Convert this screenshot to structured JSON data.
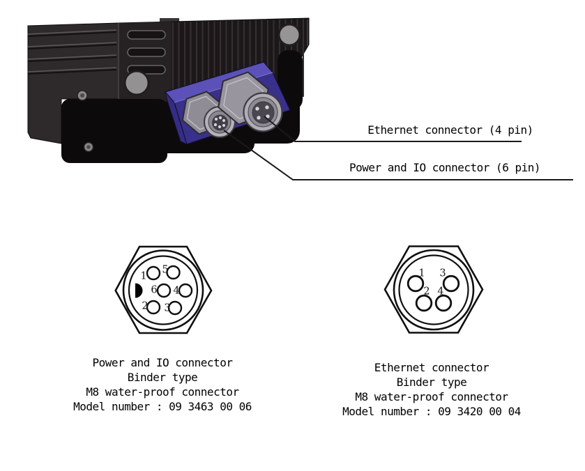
{
  "figure": {
    "callouts": [
      {
        "label": "Ethernet connector (4 pin)"
      },
      {
        "label": "Power and IO connector  (6 pin)"
      }
    ]
  },
  "pinouts": [
    {
      "pins": [
        "1",
        "5",
        "6",
        "4",
        "2",
        "3"
      ],
      "caption_lines": [
        "Power and IO connector",
        "Binder type",
        "M8 water-proof connector",
        "Model number : 09 3463 00 06"
      ]
    },
    {
      "pins": [
        "1",
        "3",
        "2",
        "4"
      ],
      "caption_lines": [
        "Ethernet connector",
        "Binder type",
        "M8 water-proof connector",
        "Model number : 09 3420 00 04"
      ]
    }
  ],
  "colors": {
    "background": "#ffffff",
    "body_dark": "#1c181a",
    "body_side": "#2e292b",
    "bracket_black": "#0c0a0b",
    "connector_block_blue": "#39308c",
    "connector_block_blue_light": "#5b51b8",
    "metal_gray": "#9a97a0",
    "line_black": "#1a1a1a"
  }
}
